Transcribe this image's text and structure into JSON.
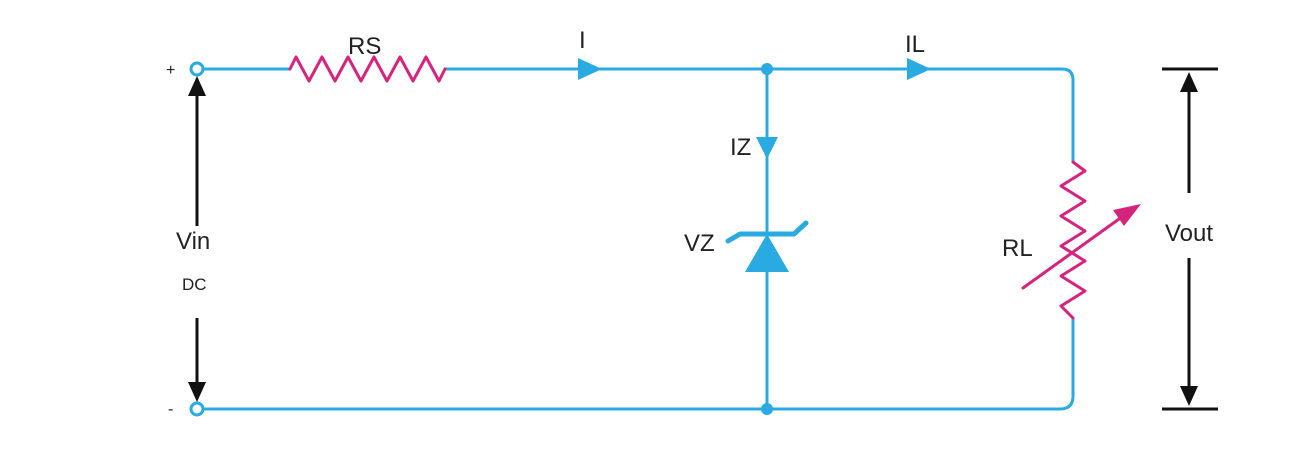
{
  "labels": {
    "rs": "RS",
    "i": "I",
    "il": "IL",
    "iz": "IZ",
    "vz": "VZ",
    "rl": "RL",
    "vin": "Vin",
    "dc": "DC",
    "vout": "Vout",
    "plus": "+",
    "minus": "-"
  },
  "colors": {
    "wire": "#29abe2",
    "resistor": "#d6247e",
    "measurement": "#111111",
    "text": "#222222"
  }
}
